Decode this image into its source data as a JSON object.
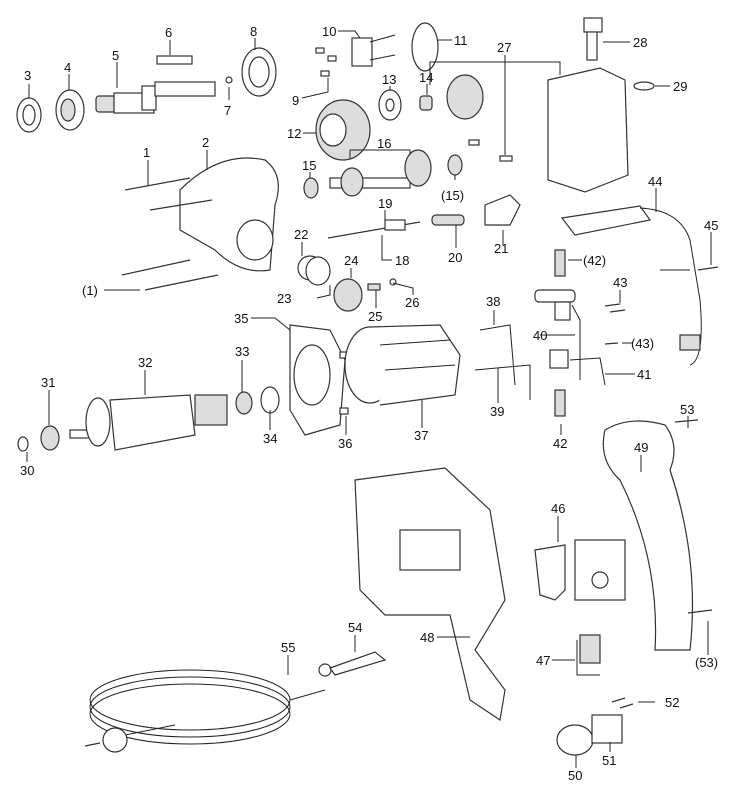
{
  "diagram": {
    "title": "Drill exploded parts diagram",
    "callouts": [
      {
        "id": "c1",
        "text": "1"
      },
      {
        "id": "c2",
        "text": "2"
      },
      {
        "id": "c3",
        "text": "3"
      },
      {
        "id": "c4",
        "text": "4"
      },
      {
        "id": "c5",
        "text": "5"
      },
      {
        "id": "c6",
        "text": "6"
      },
      {
        "id": "c7",
        "text": "7"
      },
      {
        "id": "c8",
        "text": "8"
      },
      {
        "id": "c9",
        "text": "9"
      },
      {
        "id": "c10",
        "text": "10"
      },
      {
        "id": "c11",
        "text": "11"
      },
      {
        "id": "c12",
        "text": "12"
      },
      {
        "id": "c13",
        "text": "13"
      },
      {
        "id": "c14",
        "text": "14"
      },
      {
        "id": "c15",
        "text": "15"
      },
      {
        "id": "c15b",
        "text": "(15)"
      },
      {
        "id": "c16",
        "text": "16"
      },
      {
        "id": "c18",
        "text": "18"
      },
      {
        "id": "c19",
        "text": "19"
      },
      {
        "id": "c20",
        "text": "20"
      },
      {
        "id": "c21",
        "text": "21"
      },
      {
        "id": "c22",
        "text": "22"
      },
      {
        "id": "c23",
        "text": "23"
      },
      {
        "id": "c24",
        "text": "24"
      },
      {
        "id": "c25",
        "text": "25"
      },
      {
        "id": "c26",
        "text": "26"
      },
      {
        "id": "c27",
        "text": "27"
      },
      {
        "id": "c28",
        "text": "28"
      },
      {
        "id": "c29",
        "text": "29"
      },
      {
        "id": "c1b",
        "text": "(1)"
      },
      {
        "id": "c30",
        "text": "30"
      },
      {
        "id": "c31",
        "text": "31"
      },
      {
        "id": "c32",
        "text": "32"
      },
      {
        "id": "c33",
        "text": "33"
      },
      {
        "id": "c34",
        "text": "34"
      },
      {
        "id": "c35",
        "text": "35"
      },
      {
        "id": "c36",
        "text": "36"
      },
      {
        "id": "c37",
        "text": "37"
      },
      {
        "id": "c38",
        "text": "38"
      },
      {
        "id": "c39",
        "text": "39"
      },
      {
        "id": "c40",
        "text": "40"
      },
      {
        "id": "c41",
        "text": "41"
      },
      {
        "id": "c42",
        "text": "42"
      },
      {
        "id": "c42b",
        "text": "(42)"
      },
      {
        "id": "c43",
        "text": "43"
      },
      {
        "id": "c43b",
        "text": "(43)"
      },
      {
        "id": "c44",
        "text": "44"
      },
      {
        "id": "c45",
        "text": "45"
      },
      {
        "id": "c46",
        "text": "46"
      },
      {
        "id": "c47",
        "text": "47"
      },
      {
        "id": "c48",
        "text": "48"
      },
      {
        "id": "c49",
        "text": "49"
      },
      {
        "id": "c50",
        "text": "50"
      },
      {
        "id": "c51",
        "text": "51"
      },
      {
        "id": "c52",
        "text": "52"
      },
      {
        "id": "c53",
        "text": "53"
      },
      {
        "id": "c53b",
        "text": "(53)"
      },
      {
        "id": "c54",
        "text": "54"
      },
      {
        "id": "c55",
        "text": "55"
      }
    ]
  }
}
